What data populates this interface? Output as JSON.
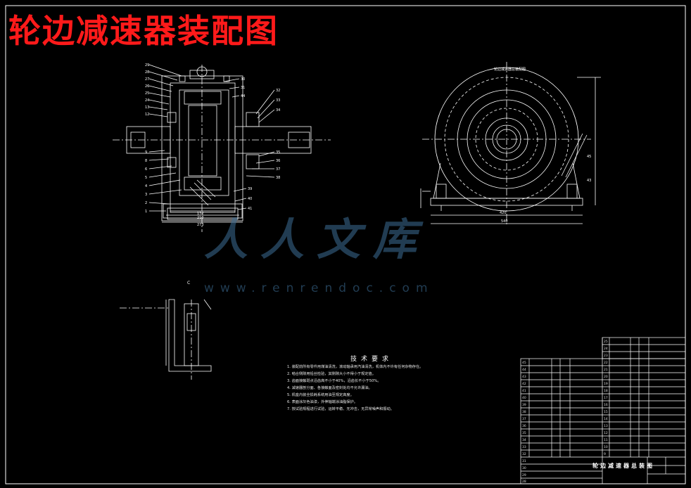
{
  "title": "轮边减速器装配图",
  "watermark": {
    "brand": "人人文库",
    "url": "www.renrendoc.com"
  },
  "top_view_title": "轮边减速器总装配图",
  "dimensions": {
    "dim_172": "172",
    "dim_210": "210",
    "dim_273": "273",
    "dim_45": "45",
    "dim_43": "43",
    "dim_420": "420",
    "dim_540": "540"
  },
  "section_mark": "C",
  "tech_requirements": {
    "title": "技术要求",
    "items": [
      "1. 装配前所有零件用煤油清洗，滚动轴承用汽油清洗，机体内不许有任何杂物存在。",
      "2. 啮合侧隙用铅丝检验，其侧隙大小不得小于规定值。",
      "3. 齿面接触斑点沿齿高不小于40%，沿齿长不小于50%。",
      "4. 减速器剖分面、各接触面及密封处均不允许漏油。",
      "5. 机座内装全损耗系统用油至规定高度。",
      "6. 表面涂灰色油漆，外伸轴端涂油脂保护。",
      "7. 按试验规程进行试验，运转平稳、无冲击，无异常噪声和振动。"
    ]
  },
  "title_block_name": "轮边减速器总装图",
  "colors": {
    "background": "#000000",
    "title": "#ff1a1a",
    "line": "#ffffff",
    "watermark": "#3c6e96"
  }
}
